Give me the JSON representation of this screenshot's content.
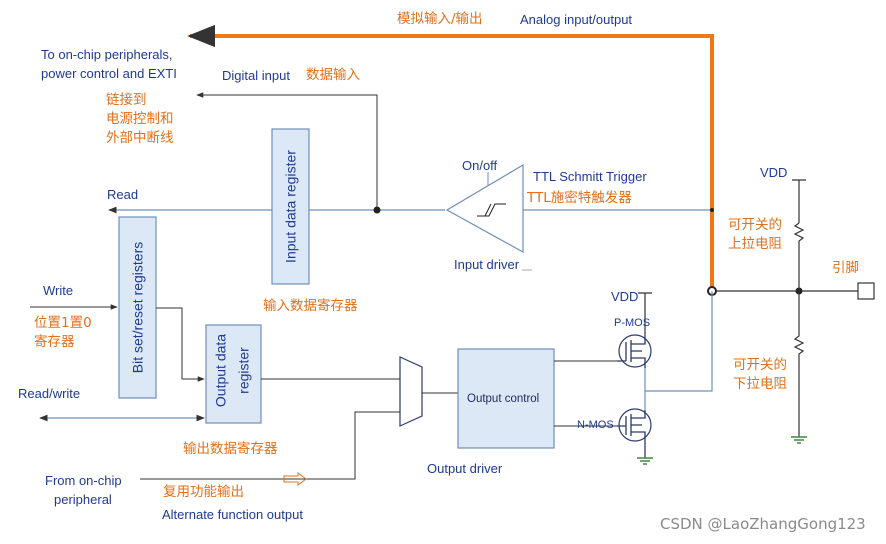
{
  "labels": {
    "analog_cn": "模拟输入/输出",
    "analog_en": "Analog input/output",
    "to_onchip": "To on-chip peripherals,",
    "power_ctrl": "power control and EXTI",
    "digital_input": "Digital input",
    "digital_input_cn": "数据输入",
    "exti_cn_1": "链接到",
    "exti_cn_2": "电源控制和",
    "exti_cn_3": "外部中断线",
    "read": "Read",
    "input_data_register": "Input data register",
    "on_off": "On/off",
    "schmitt": "TTL Schmitt Trigger",
    "schmitt_cn": "TTL施密特触发器",
    "input_driver": "Input driver",
    "vdd_right": "VDD",
    "pullup_cn_1": "可开关的",
    "pullup_cn_2": "上拉电阻",
    "pin_cn": "引脚",
    "write": "Write",
    "bsr_cn_1": "位置1置0",
    "bsr_cn_2": "寄存器",
    "bit_set_reset": "Bit set/reset registers",
    "input_reg_cn": "输入数据寄存器",
    "vdd_pmos": "VDD",
    "pmos": "P-MOS",
    "output_data_register_1": "Output data",
    "output_data_register_2": "register",
    "read_write": "Read/write",
    "output_control": "Output control",
    "nmos": "N-MOS",
    "pulldown_cn_1": "可开关的",
    "pulldown_cn_2": "下拉电阻",
    "output_reg_cn": "输出数据寄存器",
    "output_driver": "Output driver",
    "from_onchip_1": "From on-chip",
    "from_onchip_2": "peripheral",
    "alt_cn": "复用功能输出",
    "alt_en": "Alternate function output",
    "watermark": "CSDN @LaoZhangGong123"
  },
  "colors": {
    "wire": "#6f8fb7",
    "analog_line": "#f07818",
    "box_fill": "#dde8f6",
    "box_stroke": "#6f8fb7",
    "blue_text": "#1f3a93",
    "orange_text": "#e0701b",
    "ground": "#3d8a3d",
    "transistor": "#2a3a6a"
  }
}
